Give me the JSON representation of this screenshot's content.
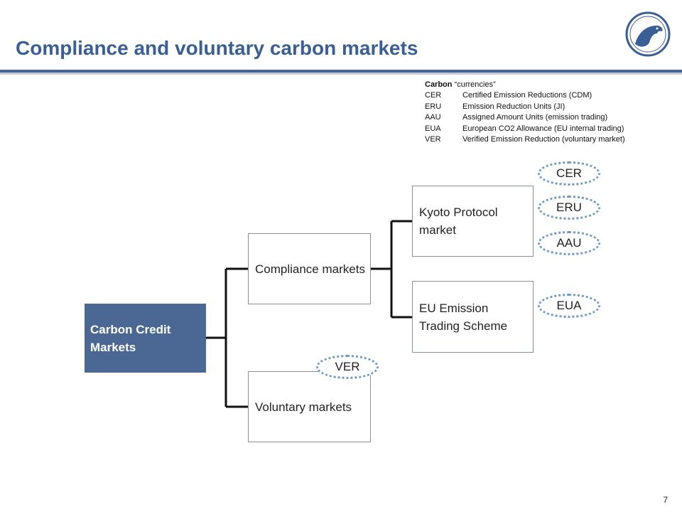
{
  "slide": {
    "title": "Compliance and voluntary carbon markets",
    "page_number": "7"
  },
  "legend": {
    "heading_bold": "Carbon",
    "heading_rest": "“currencies”",
    "rows": [
      {
        "code": "CER",
        "desc": "Certified Emission Reductions (CDM)"
      },
      {
        "code": "ERU",
        "desc": "Emission Reduction Units (JI)"
      },
      {
        "code": "AAU",
        "desc": "Assigned Amount Units (emission trading)"
      },
      {
        "code": "EUA",
        "desc": "European CO2 Allowance (EU internal trading)"
      },
      {
        "code": "VER",
        "desc": "Verified Emission Reduction (voluntary market)"
      }
    ]
  },
  "diagram": {
    "root": "Carbon Credit Markets",
    "compliance": "Compliance markets",
    "voluntary": "Voluntary markets",
    "kyoto": "Kyoto Protocol market",
    "eu_ets": "EU Emission Trading Scheme",
    "ovals": {
      "cer": "CER",
      "eru": "ERU",
      "aau": "AAU",
      "eua": "EUA",
      "ver": "VER"
    }
  },
  "colors": {
    "title": "#3A5F94",
    "root_box": "#4A6893",
    "oval_border": "#6F9BC9",
    "header_bar": "#47638F"
  }
}
